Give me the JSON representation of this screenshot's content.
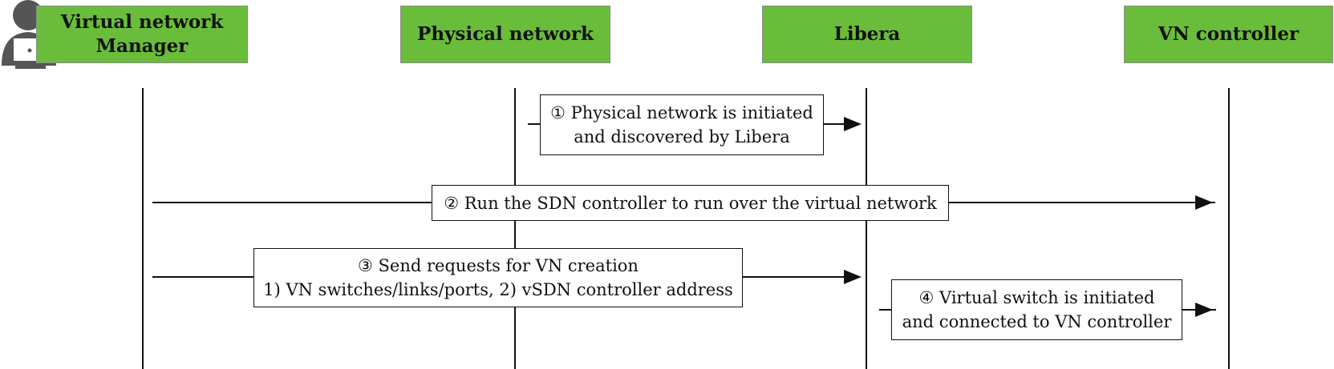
{
  "actors": [
    {
      "id": "manager",
      "label_line1": "Virtual network",
      "label_line2": "Manager"
    },
    {
      "id": "physical",
      "label": "Physical network"
    },
    {
      "id": "libera",
      "label": "Libera"
    },
    {
      "id": "vn_controller",
      "label": "VN controller"
    }
  ],
  "messages": [
    {
      "step": "①",
      "line1": "① Physical network is initiated",
      "line2": "and discovered by Libera"
    },
    {
      "step": "②",
      "line1": "② Run the SDN controller to run over the virtual network"
    },
    {
      "step": "③",
      "line1": "③ Send requests for VN creation",
      "line2": "1) VN switches/links/ports, 2) vSDN controller address"
    },
    {
      "step": "④",
      "line1": "④ Virtual switch is initiated",
      "line2": "and connected to VN controller"
    }
  ],
  "colors": {
    "actor_fill": "#6abd3a",
    "actor_border": "#8a8a8a",
    "line": "#111111",
    "icon": "#555555"
  },
  "icons": {
    "manager": "user-with-laptop-icon"
  }
}
